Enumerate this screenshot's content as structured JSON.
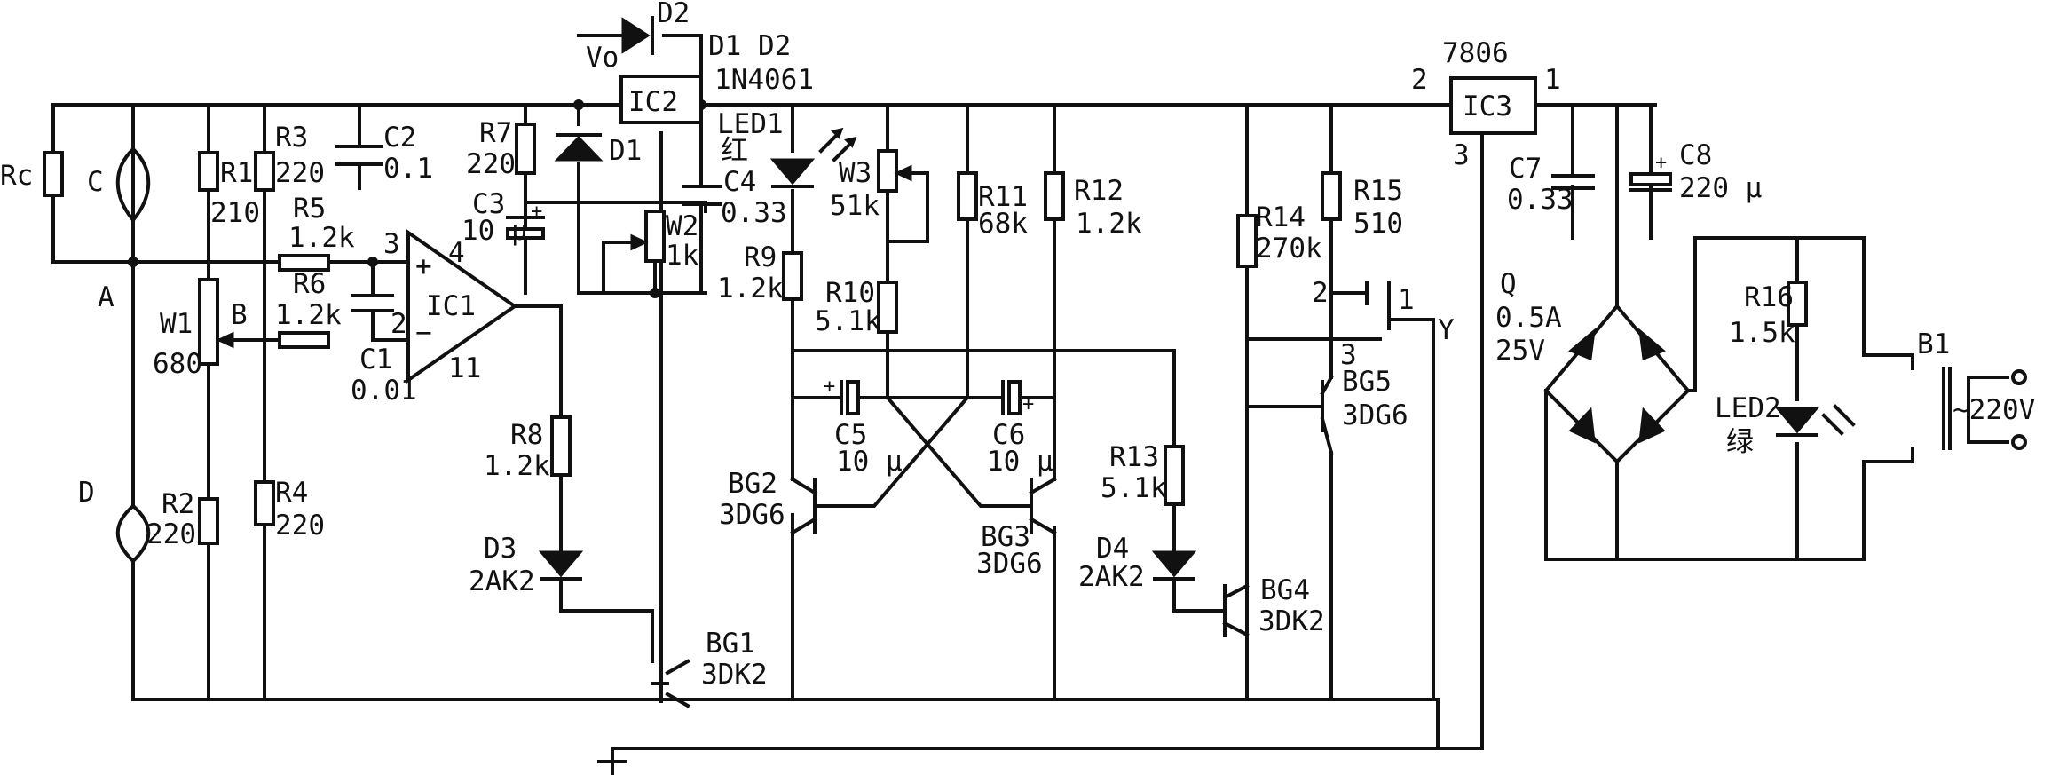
{
  "components": {
    "rc": "Rc",
    "c": "C",
    "d": "D",
    "node_a": "A",
    "node_b": "B",
    "r1": {
      "name": "R1",
      "value": "210"
    },
    "r2": {
      "name": "R2",
      "value": "220"
    },
    "r3": {
      "name": "R3",
      "value": "220"
    },
    "r4": {
      "name": "R4",
      "value": "220"
    },
    "r5": {
      "name": "R5",
      "value": "1.2k"
    },
    "r6": {
      "name": "R6",
      "value": "1.2k"
    },
    "r7": {
      "name": "R7",
      "value": "220"
    },
    "r8": {
      "name": "R8",
      "value": "1.2k"
    },
    "r9": {
      "name": "R9",
      "value": "1.2k"
    },
    "r10": {
      "name": "R10",
      "value": "5.1k"
    },
    "r11": {
      "name": "R11",
      "value": "68k"
    },
    "r12": {
      "name": "R12",
      "value": "1.2k"
    },
    "r13": {
      "name": "R13",
      "value": "5.1k"
    },
    "r14": {
      "name": "R14",
      "value": "270k"
    },
    "r15": {
      "name": "R15",
      "value": "510"
    },
    "r16": {
      "name": "R16",
      "value": "1.5k"
    },
    "w1": {
      "name": "W1",
      "value": "680"
    },
    "w2": {
      "name": "W2",
      "value": "1k"
    },
    "w3": {
      "name": "W3",
      "value": "51k"
    },
    "c1": {
      "name": "C1",
      "value": "0.01"
    },
    "c2": {
      "name": "C2",
      "value": "0.1"
    },
    "c3": {
      "name": "C3",
      "value": "10 μ"
    },
    "c4": {
      "name": "C4",
      "value": "0.33"
    },
    "c5": {
      "name": "C5",
      "value": "10 μ"
    },
    "c6": {
      "name": "C6",
      "value": "10 μ"
    },
    "c7": {
      "name": "C7",
      "value": "0.33"
    },
    "c8": {
      "name": "C8",
      "value": "220 μ"
    },
    "ic1": {
      "name": "IC1",
      "pin3": "3",
      "pin4": "4",
      "pin2": "2",
      "pin11": "11",
      "plus": "+",
      "minus": "−"
    },
    "ic2": {
      "name": "IC2",
      "vo": "Vo"
    },
    "ic3": {
      "name": "IC3",
      "model": "7806",
      "pin1": "1",
      "pin2": "2",
      "pin3": "3"
    },
    "d1": "D1",
    "d2": "D2",
    "d1d2_label": "D1  D2",
    "d1d2_model": "1N4061",
    "d3": {
      "name": "D3",
      "value": "2AK2"
    },
    "d4": {
      "name": "D4",
      "value": "2AK2"
    },
    "led1": {
      "name": "LED1",
      "color": "红"
    },
    "led2": {
      "name": "LED2",
      "color": "绿"
    },
    "bg1": {
      "name": "BG1",
      "value": "3DK2"
    },
    "bg2": {
      "name": "BG2",
      "value": "3DG6"
    },
    "bg3": {
      "name": "BG3",
      "value": "3DG6"
    },
    "bg4": {
      "name": "BG4",
      "value": "3DK2"
    },
    "bg5": {
      "name": "BG5",
      "value": "3DG6"
    },
    "relay": {
      "name": "Y",
      "pin1": "1",
      "pin2": "2",
      "pin3": "3"
    },
    "bridge": {
      "name": "Q",
      "current": "0.5A",
      "voltage": "25V"
    },
    "transformer": {
      "name": "B1",
      "input": "~220V"
    }
  }
}
